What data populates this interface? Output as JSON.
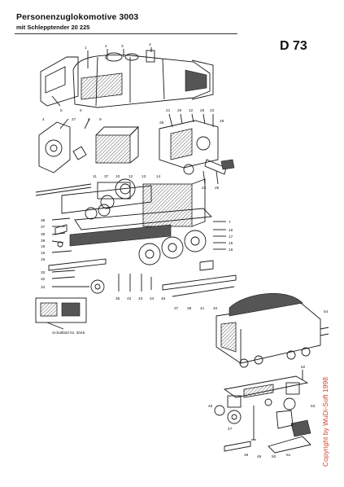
{
  "header": {
    "title": "Personenzuglokomotive 3003",
    "subtitle": "mit Schlepptender 20 225",
    "code": "D 73"
  },
  "footer": {
    "copyright": "Copyright by WuDi-Soft 1998"
  },
  "inset": {
    "label": "Schaltbild Nr. 3046"
  },
  "callouts": {
    "loco_top": [
      "1",
      "2",
      "3",
      "4",
      "5",
      "6"
    ],
    "cab_group": [
      "21",
      "20",
      "22",
      "25",
      "23",
      "24",
      "26",
      "28",
      "29"
    ],
    "mid_left": [
      "4",
      "27",
      "8",
      "9"
    ],
    "chassis_top": [
      "11",
      "37",
      "10",
      "12",
      "13",
      "14"
    ],
    "chassis_left": [
      "36",
      "37",
      "38",
      "39",
      "18",
      "15",
      "19",
      "33",
      "32",
      "34"
    ],
    "chassis_right": [
      "7",
      "16",
      "17",
      "15",
      "16"
    ],
    "chassis_bottom": [
      "35",
      "42",
      "43",
      "44",
      "45",
      "37",
      "39",
      "41",
      "40"
    ],
    "tender": [
      "46",
      "47",
      "48",
      "49",
      "50",
      "51",
      "52",
      "53",
      "54"
    ]
  }
}
